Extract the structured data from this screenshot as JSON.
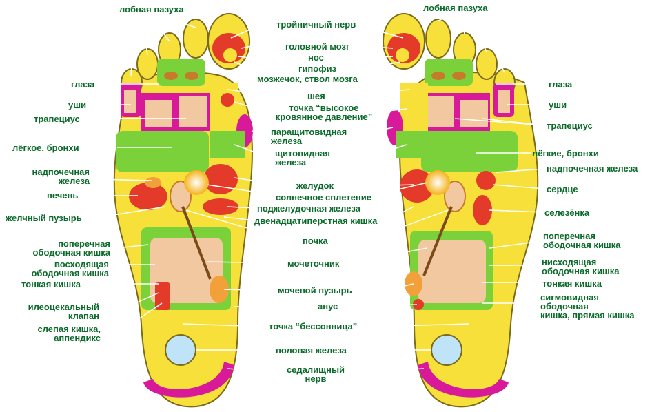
{
  "labels": {
    "top_left": "лобная пазуха",
    "top_right": "лобная пазуха",
    "left": {
      "eyes": "глаза",
      "ears": "уши",
      "trapezius": "трапециус",
      "lung": "лёгкое, бронхи",
      "adrenal": "надпочечная\nжелеза",
      "liver": "печень",
      "gallbladder": "желчный пузырь",
      "transverse_colon": "поперечная\nободочная кишка",
      "ascending_colon": "восходящая\nободочная кишка",
      "small_intestine": "тонкая кишка",
      "ileocecal": "илеоцекальный\nклапан",
      "cecum": "слепая кишка,\nаппендикс"
    },
    "center": {
      "trigeminal": "тройничный нерв",
      "brain": "головной мозг",
      "nose": "нос",
      "pituitary": "гипофиз",
      "cerebellum": "мозжечок, ствол мозга",
      "neck": "шея",
      "high_pressure": "точка “высокое\nкровянное давление”",
      "parathyroid": "паращитовидная\nжелеза",
      "thyroid": "щитовидная\nжелеза",
      "stomach": "желудок",
      "solar": "солнечное сплетение",
      "pancreas": "поджелудочная железа",
      "duodenum": "двенадцатиперстная кишка",
      "kidney": "почка",
      "ureter": "мочеточник",
      "bladder": "мочевой пузырь",
      "anus": "анус",
      "insomnia": "точка “бессонница”",
      "gonad": "половая железа",
      "sciatic": "седалищный\nнерв"
    },
    "right": {
      "eyes": "глаза",
      "ears": "уши",
      "trapezius": "трапециус",
      "lungs": "лёгкие, бронхи",
      "adrenal": "надпочечная железа",
      "heart": "сердце",
      "spleen": "селезёнка",
      "transverse_colon": "поперечная\nободочная кишка",
      "descending_colon": "нисходящая\nободочная кишка",
      "small_intestine": "тонкая кишка",
      "sigmoid": "сигмовидная\nободочная\nкишка, прямая кишка"
    }
  },
  "colors": {
    "label_text": "#0b6b2a",
    "leader": "#ffffff",
    "foot_yellow": "#f7e03a",
    "foot_green": "#7bd13a",
    "magenta": "#d81a9a",
    "red": "#e33a2a",
    "skin": "#f2c8a0",
    "sky": "#bfe4f7"
  }
}
